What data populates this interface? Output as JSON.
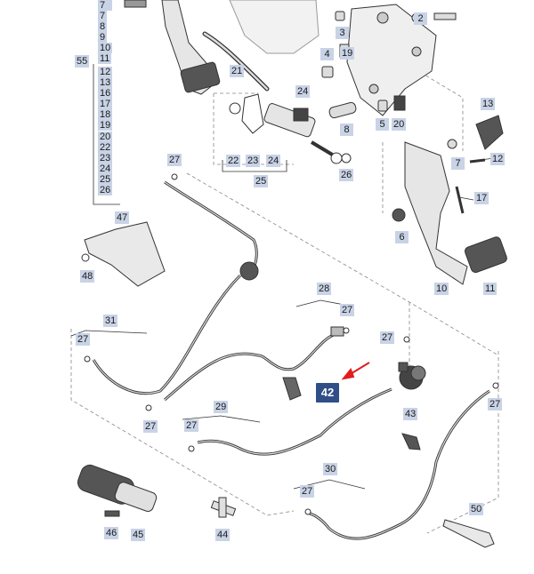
{
  "callouts": {
    "c55": "55",
    "c21": "21",
    "c3": "3",
    "c4": "4",
    "c19": "19",
    "c2": "2",
    "c24a": "24",
    "c22": "22",
    "c23": "23",
    "c24b": "24",
    "c25": "25",
    "c8": "8",
    "c5": "5",
    "c20": "20",
    "c26": "26",
    "c13": "13",
    "c7": "7",
    "c12": "12",
    "c17": "17",
    "c6": "6",
    "c10": "10",
    "c11": "11",
    "c27a": "27",
    "c47": "47",
    "c48": "48",
    "c28": "28",
    "c27b": "27",
    "c31": "31",
    "c27c": "27",
    "c27d": "27",
    "c42": "42",
    "c27e": "27",
    "c27f": "27",
    "c29": "29",
    "c27g": "27",
    "c43": "43",
    "c30": "30",
    "c27h": "27",
    "c46": "46",
    "c45": "45",
    "c44": "44",
    "c50": "50"
  },
  "list_items": [
    "7",
    "8",
    "9",
    "10",
    "11",
    "12",
    "13",
    "16",
    "17",
    "18",
    "19",
    "20",
    "22",
    "23",
    "24",
    "25",
    "26"
  ]
}
